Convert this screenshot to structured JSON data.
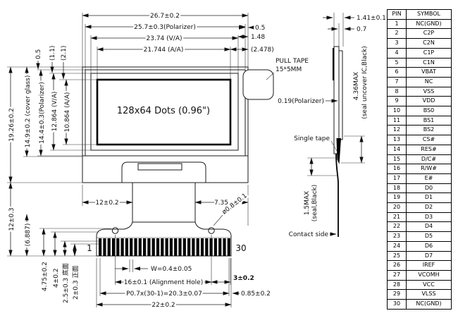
{
  "front_view": {
    "display_label": "128x64 Dots (0.96\")",
    "pin1_label": "1",
    "pin30_label": "30",
    "pull_tape_label_1": "PULL TAPE",
    "pull_tape_label_2": "15*5MM",
    "dims": {
      "overall_width": "26.7±0.2",
      "polarizer_width": "25.7±0.3(Polarizer)",
      "va_width": "23.74 (V/A)",
      "aa_width": "21.744 (A/A)",
      "right_offset_polarizer": "0.5",
      "right_offset_va": "1.48",
      "right_offset_aa": "(2.478)",
      "top_offset_polarizer": "0.5",
      "top_offset_va": "(1.1)",
      "top_offset_aa": "(2.1)",
      "overall_height": "19.26±0.2",
      "cover_glass_height": "14.9±0.2 (cover glass)",
      "polarizer_height": "14.4±0.3(Polarizer)",
      "va_height": "12.864 (V/A)",
      "aa_height": "10.864 (A/A)",
      "tail_height": "12±0.3",
      "tail_height_ref": "(6.887)",
      "hole_offset": "4.75±0.2",
      "offset_4": "4±0.2",
      "offset_25_bottom": "2.5±0.3 底面",
      "offset_2_front": "2±0.3 正面",
      "tail_left_offset": "12±0.2",
      "tail_right_offset": "7.35",
      "hole_diameter": "ø0.8±0.1",
      "pin_width": "W=0.4±0.05",
      "alignment_hole_span": "16±0.1 (Alignment Hole)",
      "edge_offset_3": "3±0.2",
      "pin_pitch": "P0.7x(30-1)=20.3±0.07",
      "last_pin_offset": "0.85±0.2",
      "connector_width": "22±0.2"
    }
  },
  "side_view": {
    "thickness_total": "1.41±0.1",
    "thickness_glass": "0.7",
    "polarizer_thickness": "0.19(Polarizer)",
    "seal_note_1": "4.36MAX",
    "seal_note_2": "(seal uncover IC,Black)",
    "single_tape_label": "Single tape",
    "seal_bottom_1": "1.5MAX",
    "seal_bottom_2": "(seal,Black)",
    "contact_side_label": "Contact side"
  },
  "pin_table": {
    "headers": [
      "PIN",
      "SYMBOL"
    ],
    "rows": [
      {
        "pin": "1",
        "symbol": "NC(GND)"
      },
      {
        "pin": "2",
        "symbol": "C2P"
      },
      {
        "pin": "3",
        "symbol": "C2N"
      },
      {
        "pin": "4",
        "symbol": "C1P"
      },
      {
        "pin": "5",
        "symbol": "C1N"
      },
      {
        "pin": "6",
        "symbol": "VBAT"
      },
      {
        "pin": "7",
        "symbol": "NC"
      },
      {
        "pin": "8",
        "symbol": "VSS"
      },
      {
        "pin": "9",
        "symbol": "VDD"
      },
      {
        "pin": "10",
        "symbol": "BS0"
      },
      {
        "pin": "11",
        "symbol": "BS1"
      },
      {
        "pin": "12",
        "symbol": "BS2"
      },
      {
        "pin": "13",
        "symbol": "CS#"
      },
      {
        "pin": "14",
        "symbol": "RES#"
      },
      {
        "pin": "15",
        "symbol": "D/C#"
      },
      {
        "pin": "16",
        "symbol": "R/W#"
      },
      {
        "pin": "17",
        "symbol": "E#"
      },
      {
        "pin": "18",
        "symbol": "D0"
      },
      {
        "pin": "19",
        "symbol": "D1"
      },
      {
        "pin": "20",
        "symbol": "D2"
      },
      {
        "pin": "21",
        "symbol": "D3"
      },
      {
        "pin": "22",
        "symbol": "D4"
      },
      {
        "pin": "23",
        "symbol": "D5"
      },
      {
        "pin": "24",
        "symbol": "D6"
      },
      {
        "pin": "25",
        "symbol": "D7"
      },
      {
        "pin": "26",
        "symbol": "IREF"
      },
      {
        "pin": "27",
        "symbol": "VCOMH"
      },
      {
        "pin": "28",
        "symbol": "VCC"
      },
      {
        "pin": "29",
        "symbol": "VLSS"
      },
      {
        "pin": "30",
        "symbol": "NC(GND)"
      }
    ]
  }
}
